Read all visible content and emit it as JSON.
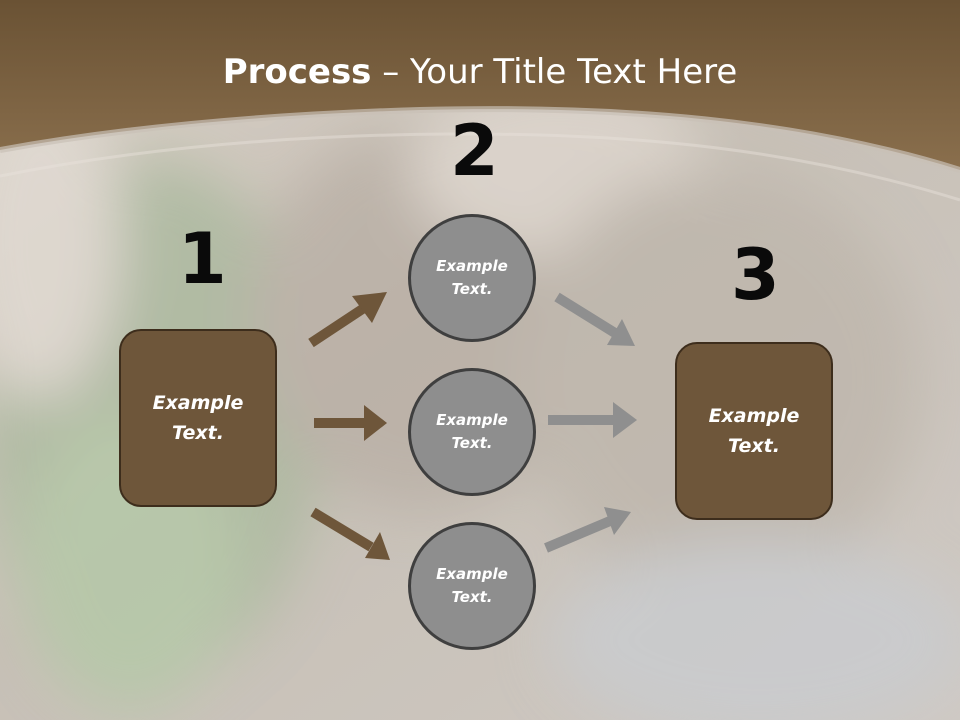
{
  "title": {
    "bold": "Process",
    "rest": " – Your Title Text Here"
  },
  "steps": [
    {
      "number": "1",
      "line1": "Example",
      "line2": "Text."
    },
    {
      "number": "2"
    },
    {
      "number": "3",
      "line1": "Example",
      "line2": "Text."
    }
  ],
  "circles": [
    {
      "line1": "Example",
      "line2": "Text."
    },
    {
      "line1": "Example",
      "line2": "Text."
    },
    {
      "line1": "Example",
      "line2": "Text."
    }
  ],
  "colors": {
    "brown": "#6e563a",
    "gray": "#8e8e8e",
    "banner": "#7a6140"
  }
}
